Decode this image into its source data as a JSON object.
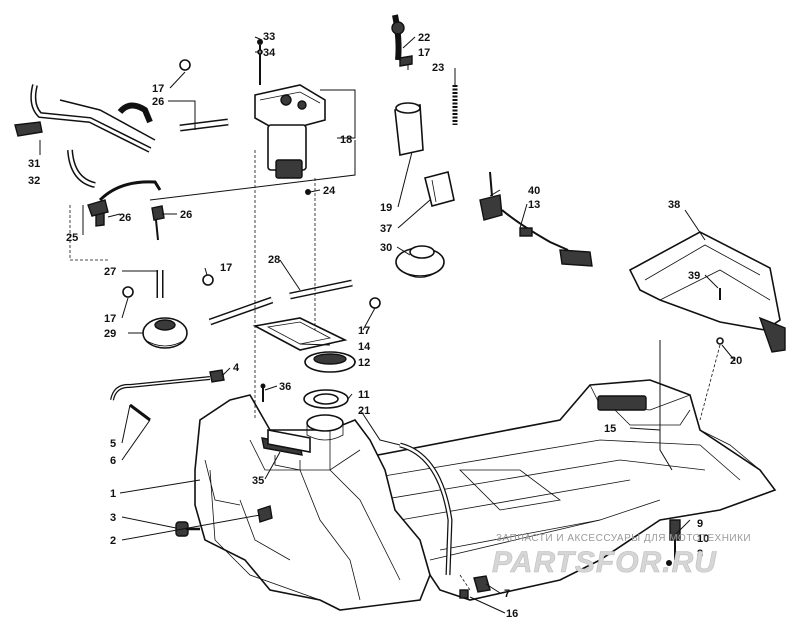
{
  "watermark": {
    "line1": "ЗАПЧАСТИ И АКСЕССУАРЫ ДЛЯ МОТОТЕХНИКИ",
    "line2": "PARTSFOR.RU"
  },
  "callouts": [
    {
      "id": "c1",
      "text": "1"
    },
    {
      "id": "c2",
      "text": "2"
    },
    {
      "id": "c3",
      "text": "3"
    },
    {
      "id": "c4",
      "text": "4"
    },
    {
      "id": "c5",
      "text": "5"
    },
    {
      "id": "c6",
      "text": "6"
    },
    {
      "id": "c7",
      "text": "7"
    },
    {
      "id": "c8",
      "text": "8"
    },
    {
      "id": "c9",
      "text": "9"
    },
    {
      "id": "c10",
      "text": "10"
    },
    {
      "id": "c11",
      "text": "11"
    },
    {
      "id": "c12",
      "text": "12"
    },
    {
      "id": "c13",
      "text": "13"
    },
    {
      "id": "c14",
      "text": "14"
    },
    {
      "id": "c15",
      "text": "15"
    },
    {
      "id": "c16",
      "text": "16"
    },
    {
      "id": "c17a",
      "text": "17"
    },
    {
      "id": "c17b",
      "text": "17"
    },
    {
      "id": "c17c",
      "text": "17"
    },
    {
      "id": "c17d",
      "text": "17"
    },
    {
      "id": "c17e",
      "text": "17"
    },
    {
      "id": "c18",
      "text": "18"
    },
    {
      "id": "c19",
      "text": "19"
    },
    {
      "id": "c20",
      "text": "20"
    },
    {
      "id": "c21",
      "text": "21"
    },
    {
      "id": "c22",
      "text": "22"
    },
    {
      "id": "c23",
      "text": "23"
    },
    {
      "id": "c24",
      "text": "24"
    },
    {
      "id": "c25",
      "text": "25"
    },
    {
      "id": "c26a",
      "text": "26"
    },
    {
      "id": "c26b",
      "text": "26"
    },
    {
      "id": "c26c",
      "text": "26"
    },
    {
      "id": "c27",
      "text": "27"
    },
    {
      "id": "c28",
      "text": "28"
    },
    {
      "id": "c29",
      "text": "29"
    },
    {
      "id": "c30",
      "text": "30"
    },
    {
      "id": "c31",
      "text": "31"
    },
    {
      "id": "c32",
      "text": "32"
    },
    {
      "id": "c33",
      "text": "33"
    },
    {
      "id": "c34",
      "text": "34"
    },
    {
      "id": "c35",
      "text": "35"
    },
    {
      "id": "c36",
      "text": "36"
    },
    {
      "id": "c37",
      "text": "37"
    },
    {
      "id": "c38",
      "text": "38"
    },
    {
      "id": "c39",
      "text": "39"
    },
    {
      "id": "c40",
      "text": "40"
    }
  ]
}
